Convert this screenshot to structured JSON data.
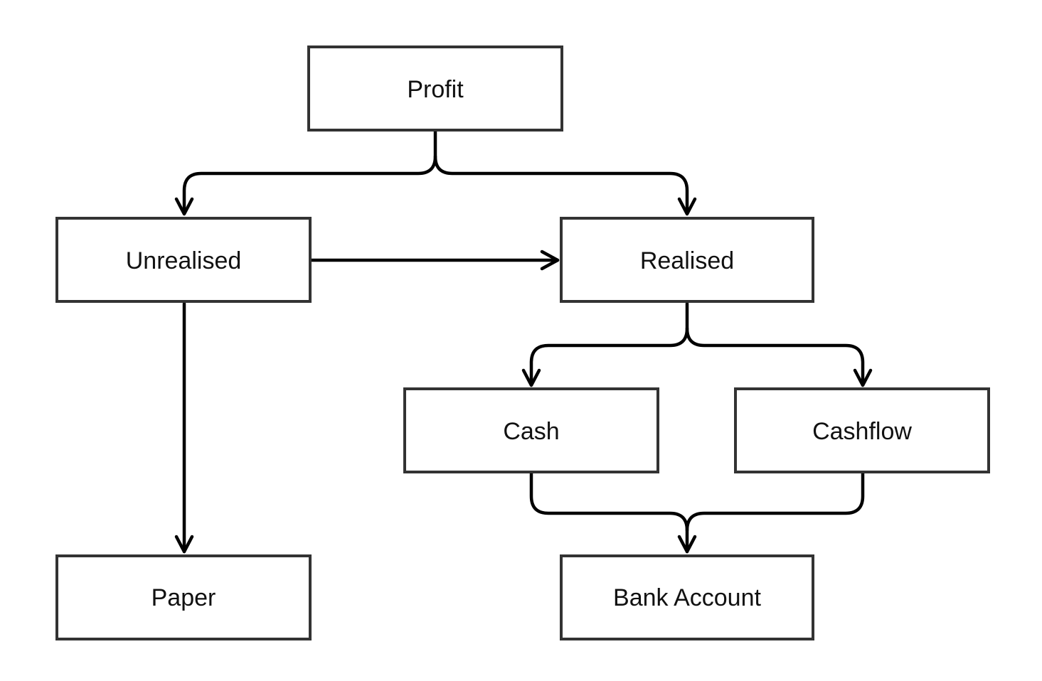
{
  "diagram": {
    "type": "flowchart",
    "colors": {
      "box_border": "#333333",
      "box_fill": "#ffffff",
      "edge": "#000000",
      "text": "#111111",
      "background": "#ffffff"
    },
    "nodes": {
      "profit": {
        "label": "Profit"
      },
      "unrealised": {
        "label": "Unrealised"
      },
      "realised": {
        "label": "Realised"
      },
      "cash": {
        "label": "Cash"
      },
      "cashflow": {
        "label": "Cashflow"
      },
      "paper": {
        "label": "Paper"
      },
      "bank_account": {
        "label": "Bank Account"
      }
    },
    "edges": [
      {
        "from": "profit",
        "to": "unrealised"
      },
      {
        "from": "profit",
        "to": "realised"
      },
      {
        "from": "unrealised",
        "to": "realised"
      },
      {
        "from": "unrealised",
        "to": "paper"
      },
      {
        "from": "realised",
        "to": "cash"
      },
      {
        "from": "realised",
        "to": "cashflow"
      },
      {
        "from": "cash",
        "to": "bank_account"
      },
      {
        "from": "cashflow",
        "to": "bank_account"
      }
    ]
  }
}
